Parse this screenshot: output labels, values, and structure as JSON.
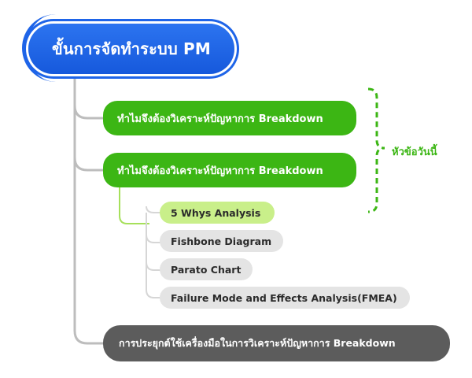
{
  "root": {
    "title": "ขั้นการจัดทำระบบ PM"
  },
  "branches": [
    {
      "label": "ทำไมจึงต้องวิเคราะห์ปัญหาการ Breakdown"
    },
    {
      "label": "ทำไมจึงต้องวิเคราะห์ปัญหาการ Breakdown"
    }
  ],
  "methods": [
    {
      "label": "5 Whys Analysis",
      "highlighted": true
    },
    {
      "label": "Fishbone Diagram",
      "highlighted": false
    },
    {
      "label": "Parato Chart",
      "highlighted": false
    },
    {
      "label": "Failure Mode and Effects Analysis(FMEA)",
      "highlighted": false
    }
  ],
  "application": {
    "label": "การประยุกต์ใช้เครื่องมือในการวิเคราะห์ปัญหาการ Breakdown"
  },
  "bracket": {
    "label": "หัวข้อวันนี้"
  },
  "colors": {
    "root": "#1e64e8",
    "green": "#3cb614",
    "highlight": "#c9ef8a",
    "leaf": "#e4e4e4",
    "dark": "#5c5c5c",
    "connector": "#bdbdbd"
  }
}
